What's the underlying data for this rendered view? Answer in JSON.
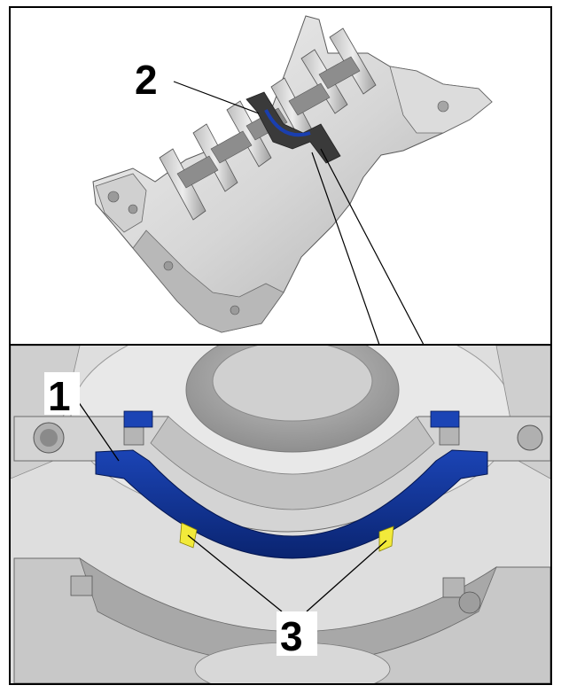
{
  "figure": {
    "callouts": {
      "one": "1",
      "two": "2",
      "three": "3"
    },
    "colors": {
      "frame": "#000000",
      "background": "#ffffff",
      "casting_light": "#e6e6e6",
      "casting_mid": "#c9c9c9",
      "casting_dark": "#9a9a9a",
      "bearing_shell": "#0d2f8c",
      "locating_tab": "#f2ea3a",
      "gasket_dark": "#333333"
    },
    "icons": [
      "engine-block-overview",
      "bearing-detail-view"
    ]
  }
}
